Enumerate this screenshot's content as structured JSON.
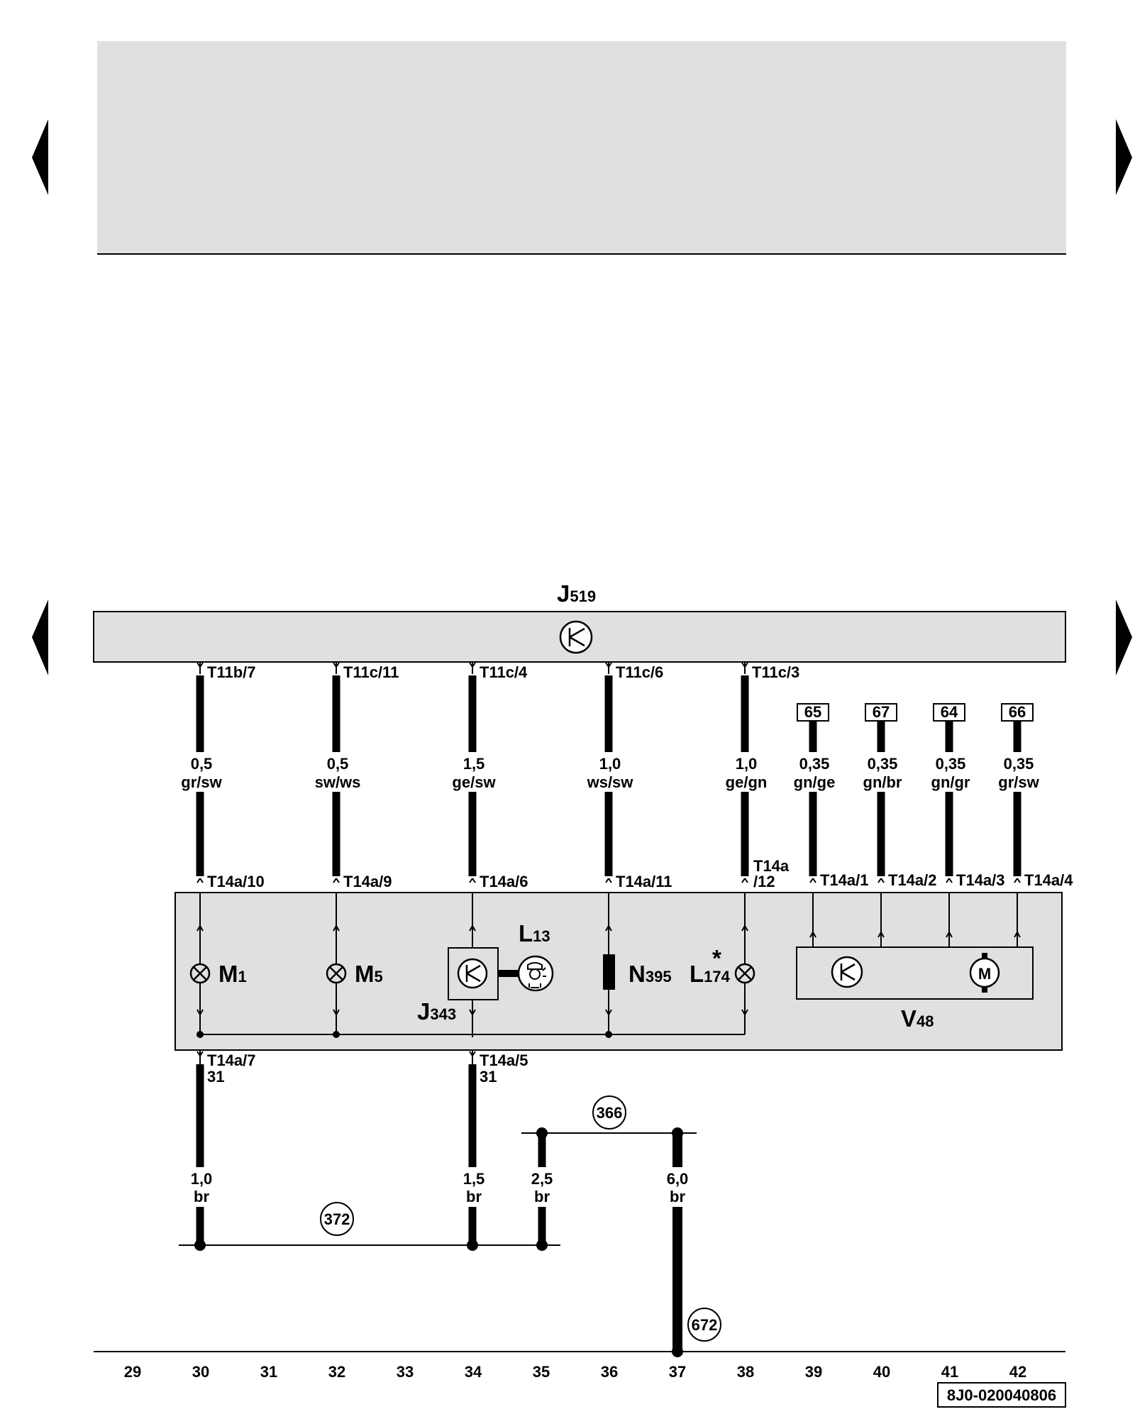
{
  "modules": {
    "control_unit": "J",
    "control_unit_sub": "519",
    "m1": "M",
    "m1_sub": "1",
    "m5": "M",
    "m5_sub": "5",
    "l13": "L",
    "l13_sub": "13",
    "j343": "J",
    "j343_sub": "343",
    "n395": "N",
    "n395_sub": "395",
    "l174": "L",
    "l174_sub": "174",
    "l174_star": "*",
    "v48": "V",
    "v48_sub": "48",
    "motor_symbol": "M"
  },
  "top_connectors": [
    "T11b/7",
    "T11c/11",
    "T11c/4",
    "T11c/6",
    "T11c/3"
  ],
  "upper_wires": [
    {
      "size": "0,5",
      "color": "gr/sw"
    },
    {
      "size": "0,5",
      "color": "sw/ws"
    },
    {
      "size": "1,5",
      "color": "ge/sw"
    },
    {
      "size": "1,0",
      "color": "ws/sw"
    },
    {
      "size": "1,0",
      "color": "ge/gn"
    },
    {
      "size": "0,35",
      "color": "gn/ge"
    },
    {
      "size": "0,35",
      "color": "gn/br"
    },
    {
      "size": "0,35",
      "color": "gn/gr"
    },
    {
      "size": "0,35",
      "color": "gr/sw"
    }
  ],
  "reference_boxes": [
    "65",
    "67",
    "64",
    "66"
  ],
  "lamp_connectors": [
    "T14a/10",
    "T14a/9",
    "T14a/6",
    "T14a/11"
  ],
  "l174_connector": [
    "T14a",
    "/12"
  ],
  "v48_connectors": [
    "T14a/1",
    "T14a/2",
    "T14a/3",
    "T14a/4"
  ],
  "ground_connectors": [
    {
      "pin": "T14a/7",
      "terminal": "31"
    },
    {
      "pin": "T14a/5",
      "terminal": "31"
    }
  ],
  "lower_wires": [
    {
      "size": "1,0",
      "color": "br"
    },
    {
      "size": "1,5",
      "color": "br"
    },
    {
      "size": "2,5",
      "color": "br"
    },
    {
      "size": "6,0",
      "color": "br"
    }
  ],
  "ground_points": [
    "366",
    "372",
    "672"
  ],
  "track_numbers": [
    "29",
    "30",
    "31",
    "32",
    "33",
    "34",
    "35",
    "36",
    "37",
    "38",
    "39",
    "40",
    "41",
    "42"
  ],
  "diagram_code": "8J0-020040806"
}
